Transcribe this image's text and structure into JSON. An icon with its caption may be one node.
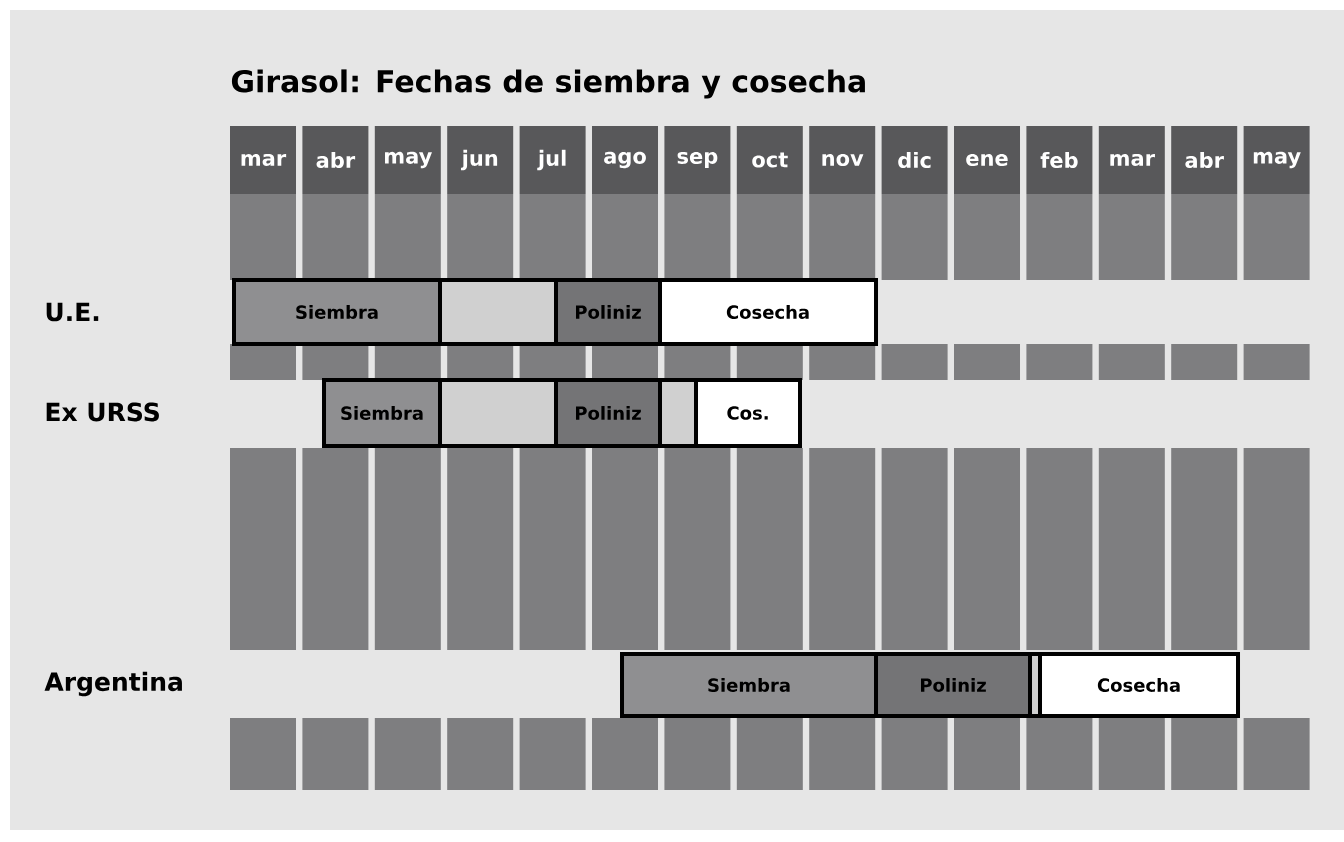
{
  "diagram": {
    "title": "Girasol: Fechas de siembra y cosecha",
    "nodes": [
      {
        "text": [
          "Siembra"
        ]
      },
      {
        "text": [],
        "shape": "box"
      },
      {
        "text": [
          "Poliniz"
        ]
      },
      {
        "text": [
          "Cosecha"
        ]
      },
      {
        "text": [
          "Siembra"
        ]
      },
      {
        "text": [],
        "shape": "box"
      },
      {
        "text": [
          "Poliniz"
        ]
      },
      {
        "text": [],
        "shape": "box"
      },
      {
        "text": [
          "Cos."
        ]
      },
      {
        "text": [
          "Siembra"
        ]
      },
      {
        "text": [
          "Poliniz"
        ]
      },
      {
        "text": [],
        "shape": "box"
      },
      {
        "text": [
          "Cosecha"
        ]
      }
    ],
    "edges": [],
    "labels": [
      "mar",
      "abr",
      "may",
      "jun",
      "jul",
      "ago",
      "sep",
      "oct",
      "nov",
      "dic",
      "ene",
      "feb",
      "mar",
      "abr",
      "may",
      "U.E.",
      "Ex URSS",
      "Argentina"
    ]
  }
}
